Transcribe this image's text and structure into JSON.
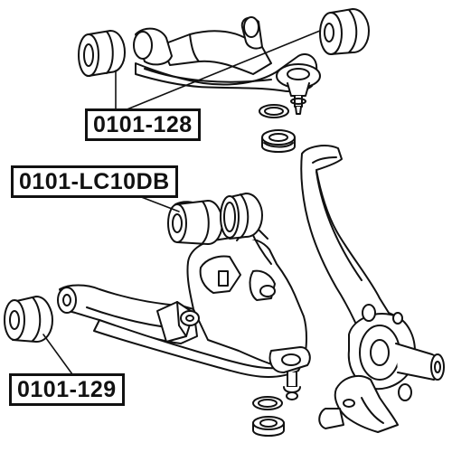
{
  "labels": {
    "upper_bushing": "0101-128",
    "arm_bushing": "0101-LC10DB",
    "lower_bushing": "0101-129"
  },
  "colors": {
    "ink": "#111111",
    "paper": "#ffffff"
  }
}
